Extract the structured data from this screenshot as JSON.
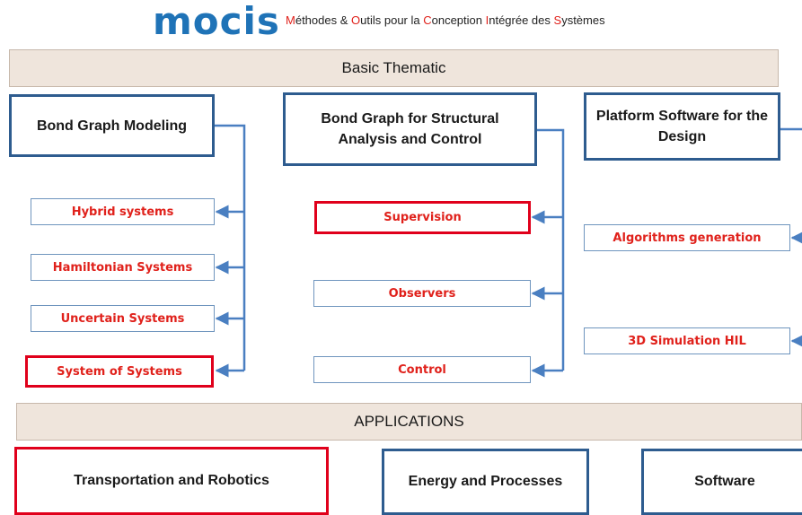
{
  "header": {
    "logo": "mocis",
    "tagline_parts": [
      "M",
      "éthodes & ",
      "O",
      "utils pour la ",
      "C",
      "onception ",
      "I",
      "ntégrée des ",
      "S",
      "ystèmes"
    ]
  },
  "basic_thematic": {
    "title": "Basic Thematic",
    "columns": [
      {
        "title_lines": [
          "Bond Graph Modeling"
        ],
        "items": [
          "Hybrid systems",
          "Hamiltonian Systems",
          "Uncertain Systems",
          "System of Systems"
        ]
      },
      {
        "title_lines": [
          "Bond Graph for Structural",
          "Analysis and Control"
        ],
        "items": [
          "Supervision",
          "Observers",
          "Control"
        ]
      },
      {
        "title_lines": [
          "Platform Software for the",
          "Design"
        ],
        "items": [
          "Algorithms generation",
          "3D Simulation HIL"
        ]
      }
    ]
  },
  "applications": {
    "title": "APPLICATIONS",
    "items": [
      "Transportation and Robotics",
      "Energy and Processes",
      "Software"
    ]
  },
  "colors": {
    "accent_blue": "#2e5c8f",
    "connector_blue": "#4a7fc1",
    "highlight_red": "#e0001b",
    "item_text_red": "#e0211b",
    "band_fill": "#efe5dc"
  }
}
